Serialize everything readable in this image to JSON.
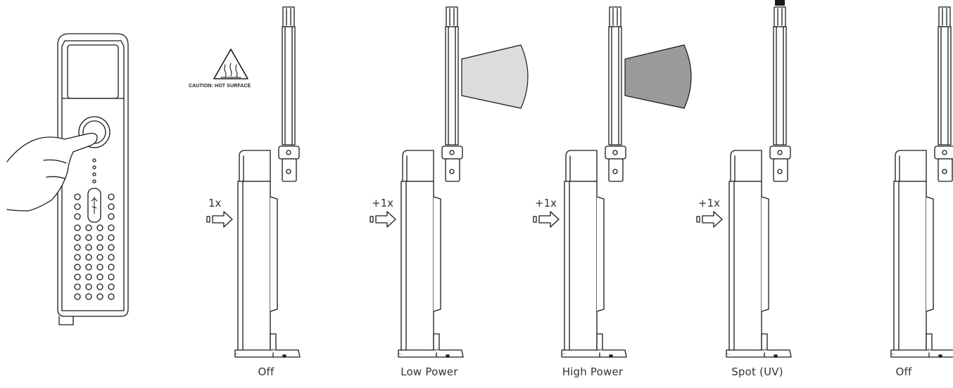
{
  "caution_label": "CAUTION: HOT SURFACE",
  "caution_icon": "hot-surface-warning-icon",
  "colors": {
    "line": "#1a1a1a",
    "low_beam": "#dcdcdc",
    "high_beam": "#9b9b9b",
    "text": "#333333"
  },
  "steps": [
    {
      "press": "1x",
      "mode": "Off",
      "beam": "none"
    },
    {
      "press": "+1x",
      "mode": "Low Power",
      "beam": "low"
    },
    {
      "press": "+1x",
      "mode": "High Power",
      "beam": "high"
    },
    {
      "press": "+1x",
      "mode": "Spot (UV)",
      "beam": "spot"
    },
    {
      "press": "",
      "mode": "Off",
      "beam": "none"
    }
  ]
}
